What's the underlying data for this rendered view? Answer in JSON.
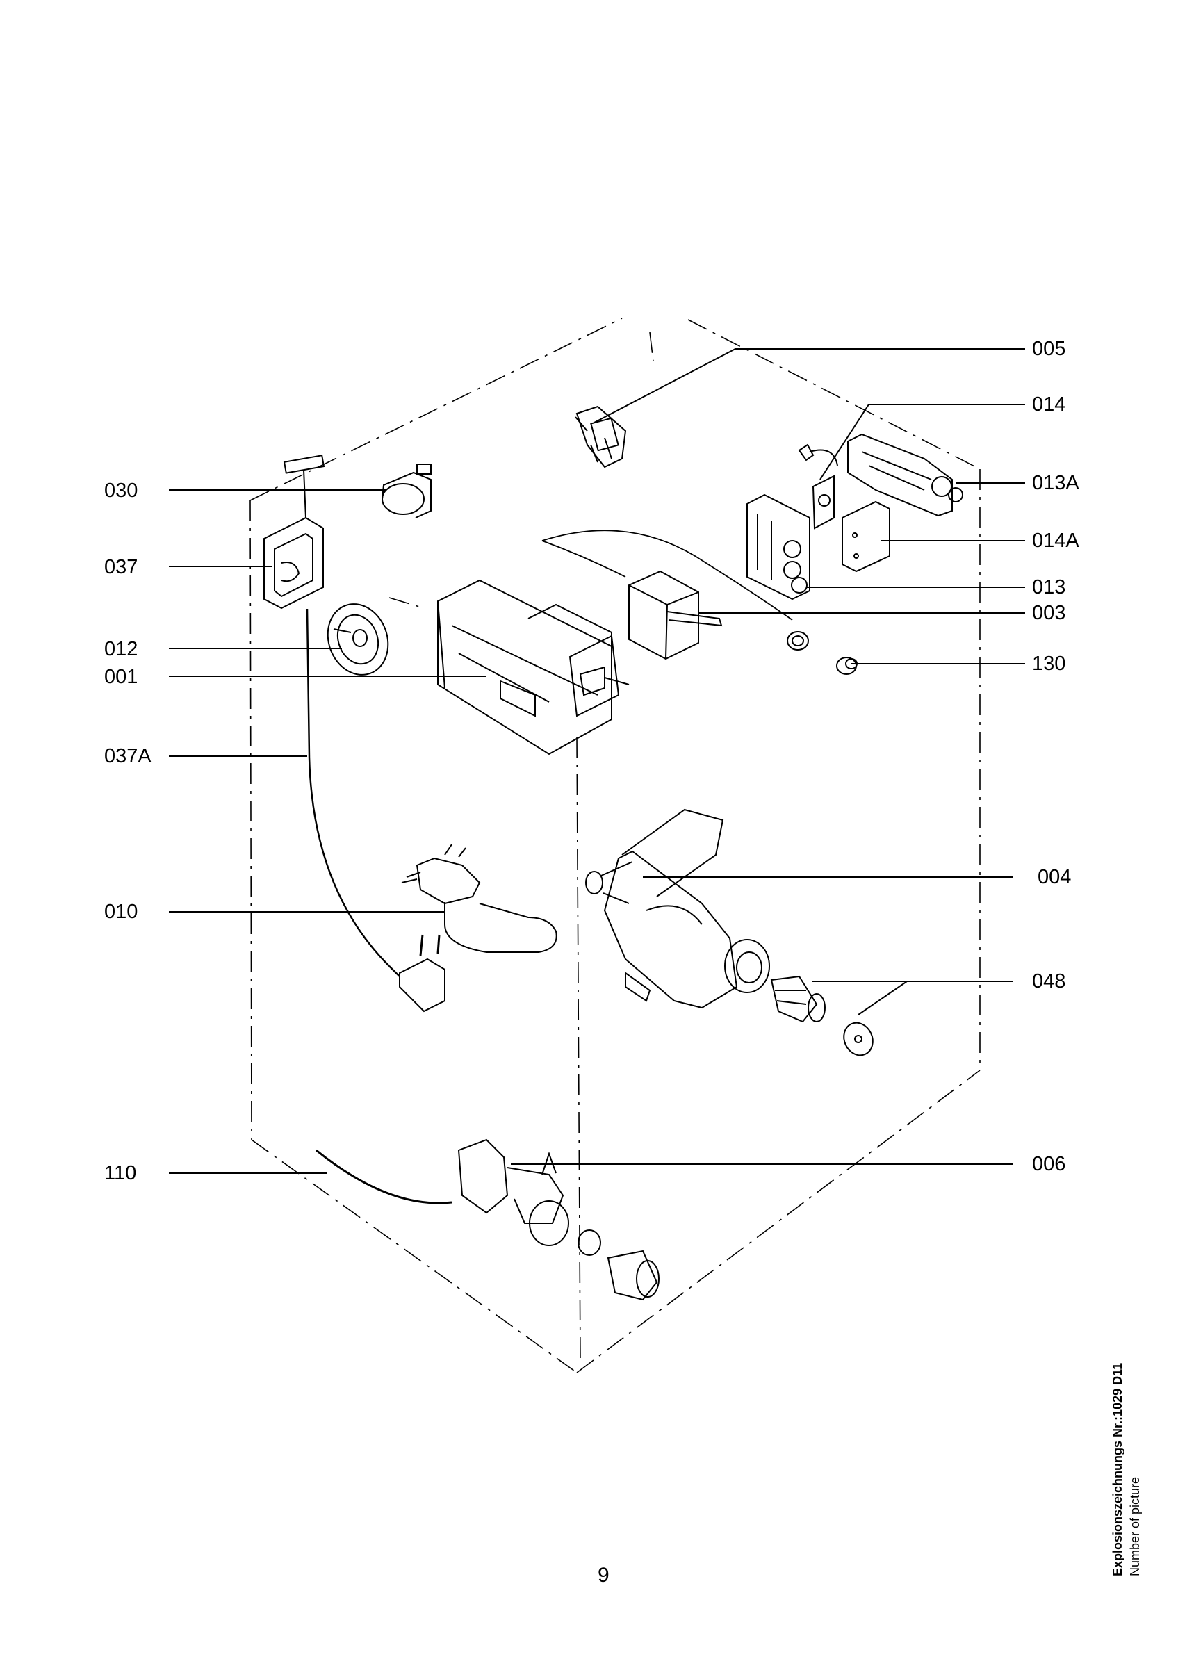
{
  "callouts": {
    "left": [
      "030",
      "037",
      "012",
      "001",
      "037A",
      "010",
      "110"
    ],
    "right": [
      "005",
      "014",
      "013A",
      "014A",
      "013",
      "003",
      "130",
      "004",
      "048",
      "006"
    ]
  },
  "page_number": "9",
  "side_note": {
    "title": "Explosionszeichnungs Nr.:1029 D11",
    "subtitle": "Number of picture"
  }
}
